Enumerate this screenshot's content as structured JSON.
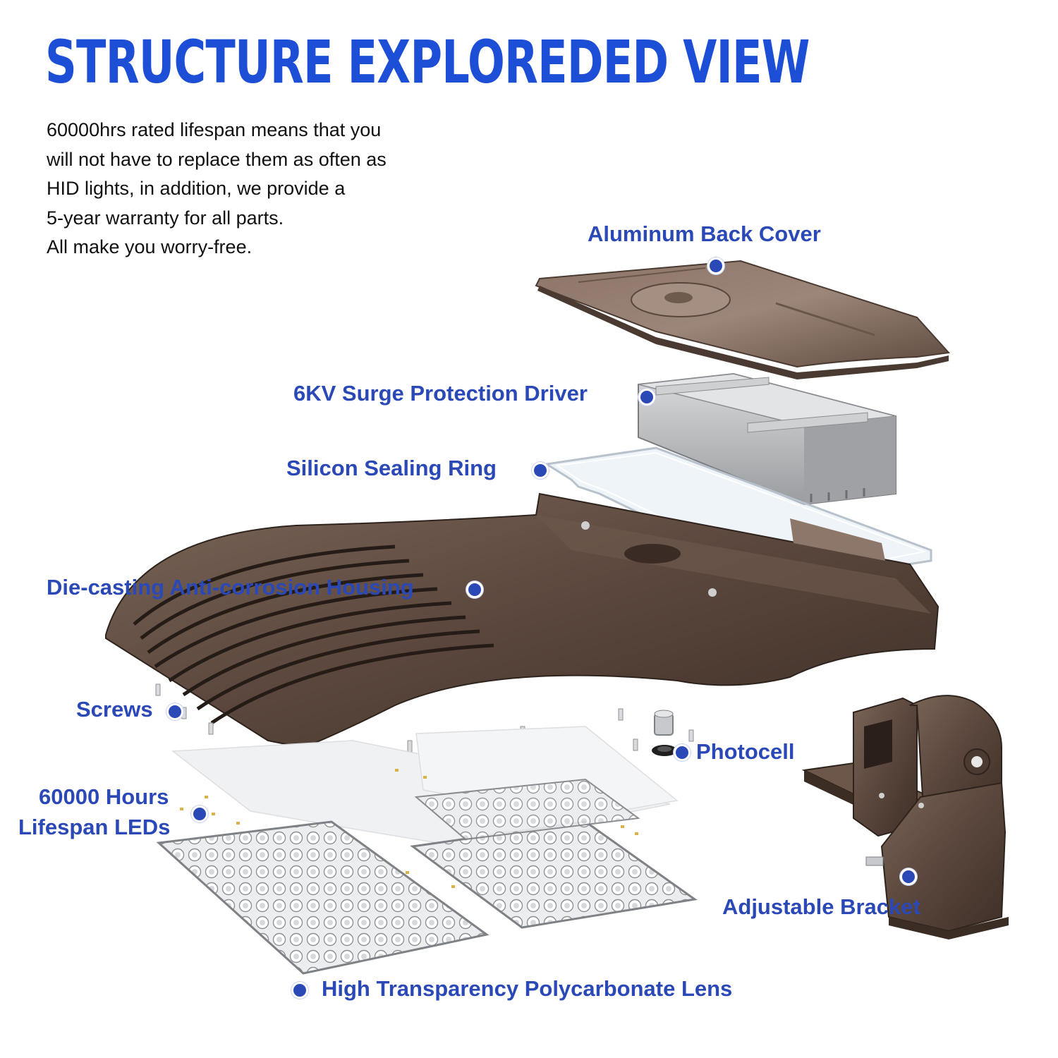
{
  "title": "STRUCTURE EXPLOREDED VIEW",
  "intro": {
    "lines": [
      "60000hrs rated lifespan means that you",
      "will not have to replace them as often as",
      "HID lights, in addition, we provide a",
      "5-year warranty for all parts.",
      "All make you worry-free."
    ]
  },
  "labels": {
    "back_cover": "Aluminum Back Cover",
    "driver": "6KV Surge Protection Driver",
    "sealing_ring": "Silicon Sealing Ring",
    "housing": "Die-casting Anti-corrosion Housing",
    "screws": "Screws",
    "photocell": "Photocell",
    "leds_line1": "60000 Hours",
    "leds_line2": "Lifespan LEDs",
    "bracket": "Adjustable Bracket",
    "lens": "High Transparency Polycarbonate Lens"
  },
  "colors": {
    "accent": "#2a49b7",
    "title": "#1d4fd6",
    "bronze": "#5a463c",
    "aluminum": "#b3b5b8"
  }
}
